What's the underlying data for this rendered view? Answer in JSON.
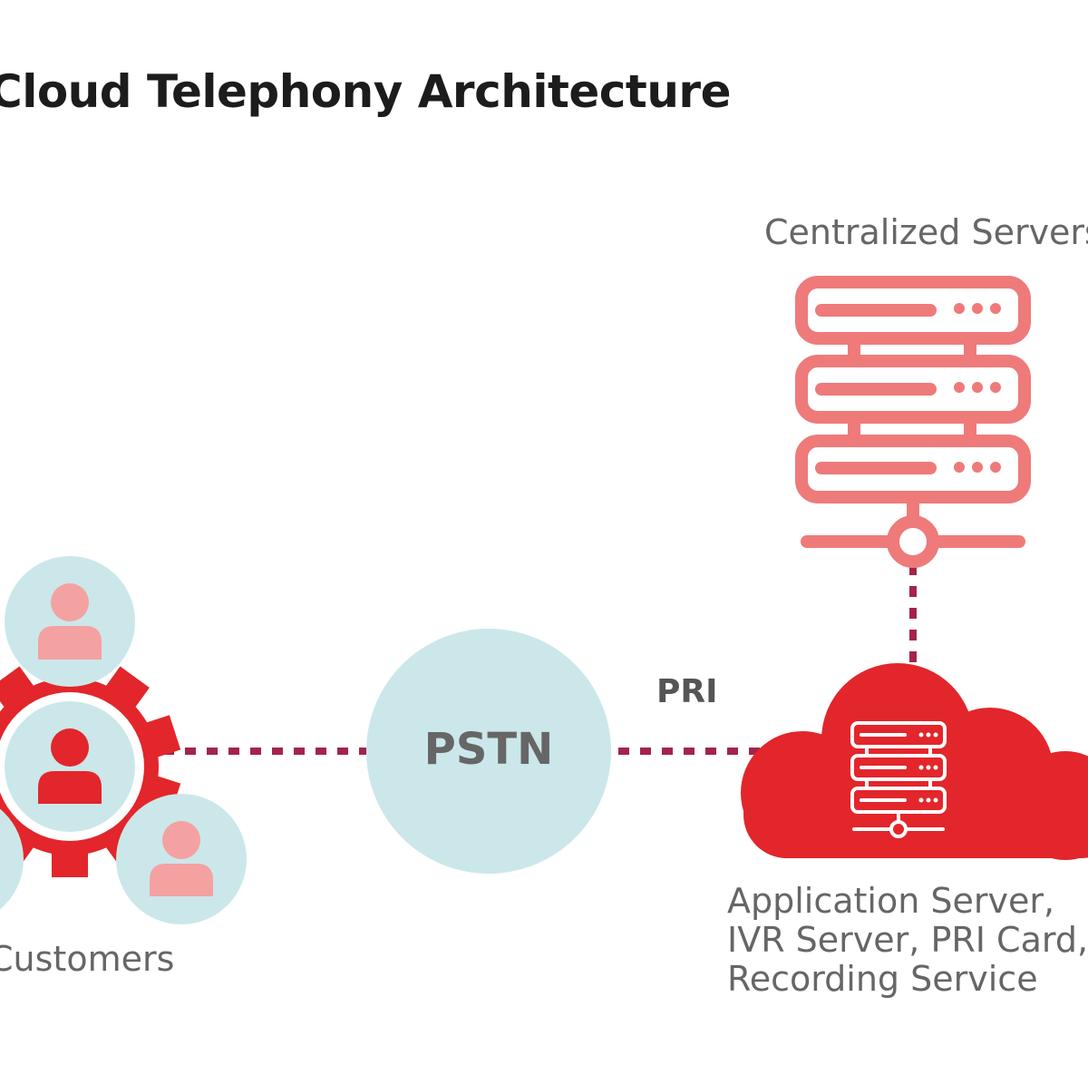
{
  "title": "Cloud Telephony Architecture",
  "labels": {
    "centralized_servers": "Centralized Servers",
    "customers": "Customers",
    "pstn": "PSTN",
    "pri": "PRI",
    "cloud_services": "Application Server,\nIVR Server, PRI Card,\nRecording Service"
  },
  "icons": {
    "server_rack": "server-rack-icon",
    "cloud": "cloud-icon",
    "gear": "gear-icon",
    "customer": "user-icon"
  },
  "colors": {
    "server_outline": "#ef7a7a",
    "cloud": "#e2262b",
    "gear": "#e2262b",
    "bubble": "#cbe7ea",
    "user_light": "#f4a1a1",
    "user_dark": "#e2262b",
    "connector": "#a3244a",
    "label_text": "#666666",
    "title_text": "#1c1c1c"
  }
}
